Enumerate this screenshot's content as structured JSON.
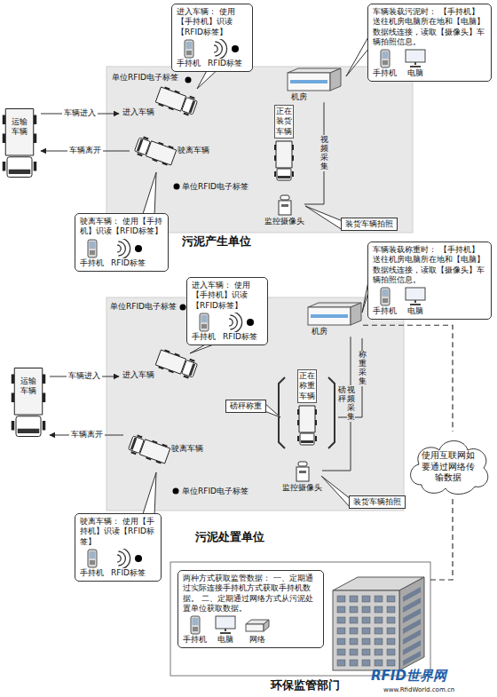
{
  "diagram": {
    "nodes": [
      {
        "text": [
          "污泥产生单位"
        ]
      },
      {
        "text": [
          "机房"
        ],
        "in": 0
      },
      {
        "text": [
          "正在装货车辆"
        ],
        "in": 0
      },
      {
        "text": [
          "进入车辆"
        ],
        "in": 0
      },
      {
        "text": [
          "驶离车辆"
        ],
        "in": 0
      },
      {
        "text": [
          "监控摄像头"
        ],
        "in": 0
      },
      {
        "text": [
          "运输车辆"
        ]
      },
      {
        "text": [
          "进入车辆： 使用【手持机】识读【RFID标签】",
          "手持机",
          "RFID标签"
        ]
      },
      {
        "text": [
          "车辆装载污泥时： 【手持机】送往机房电脑所在地和【电脑】数据线连接，读取【摄像头】车辆拍照信息。",
          "手持机",
          "电脑"
        ]
      },
      {
        "text": [
          "装货车辆拍照"
        ]
      },
      {
        "text": [
          "驶离车辆： 使用【手持机】识读【RFID标签】",
          "手持机",
          "RFID标签"
        ]
      },
      {
        "text": [
          "污泥处置单位"
        ]
      },
      {
        "text": [
          "机房"
        ],
        "in": 11
      },
      {
        "text": [
          "正在称重车辆"
        ],
        "in": 11
      },
      {
        "text": [
          "进入车辆"
        ],
        "in": 11
      },
      {
        "text": [
          "驶离车辆"
        ],
        "in": 11
      },
      {
        "text": [
          "监控摄像头"
        ],
        "in": 11
      },
      {
        "text": [
          "磅秤称重"
        ],
        "in": 11
      },
      {
        "text": [
          "运输车辆"
        ]
      },
      {
        "text": [
          "进入车辆： 使用【手持机】识读【RFID标签】",
          "手持机",
          "RFID标签"
        ]
      },
      {
        "text": [
          "车辆装载称重时： 【手持机】送往机房电脑所在地和【电脑】数据线连接，读取【摄像头】车辆拍照信息。",
          "手持机",
          "电脑"
        ]
      },
      {
        "text": [
          "装货车辆拍照"
        ]
      },
      {
        "text": [
          "驶离车辆： 使用【手持机】识读【RFID标签】",
          "手持机",
          "RFID标签"
        ]
      },
      {
        "text": [
          "使用互联网如要通过网络传输数据"
        ]
      },
      {
        "text": [
          "环保监管部门"
        ]
      },
      {
        "text": [
          "两种方式获取监管数据： 一、定期通过实际连接手持机方式获取手持机数据。 二、定期通过网络方式从污泥处置单位获取数据。",
          "手持机",
          "电脑",
          "网络"
        ],
        "in": 24
      }
    ],
    "edges": [
      {
        "from": 1,
        "to": 5,
        "label": "视频采集",
        "arrow": "none"
      },
      {
        "from": 6,
        "to": 3,
        "label": "车辆进入",
        "arrow": "to"
      },
      {
        "from": 4,
        "to": 6,
        "label": "车辆离开",
        "arrow": "to"
      },
      {
        "from": 12,
        "to": 16,
        "label": "视频采集",
        "arrow": "none"
      },
      {
        "from": 18,
        "to": 14,
        "label": "车辆进入",
        "arrow": "to"
      },
      {
        "from": 15,
        "to": 18,
        "label": "车辆离开",
        "arrow": "to"
      },
      {
        "from": 12,
        "to": 23,
        "arrow": "none"
      },
      {
        "from": 23,
        "to": 24,
        "arrow": "none"
      }
    ],
    "labels": [
      "单位RFID电子标签",
      "单位RFID电子标签",
      "单位RFID电子标签",
      "单位RFID电子标签",
      "磅秤",
      "称重采集",
      "RFID世界网",
      "www.RfidWorld.com.cn"
    ]
  }
}
